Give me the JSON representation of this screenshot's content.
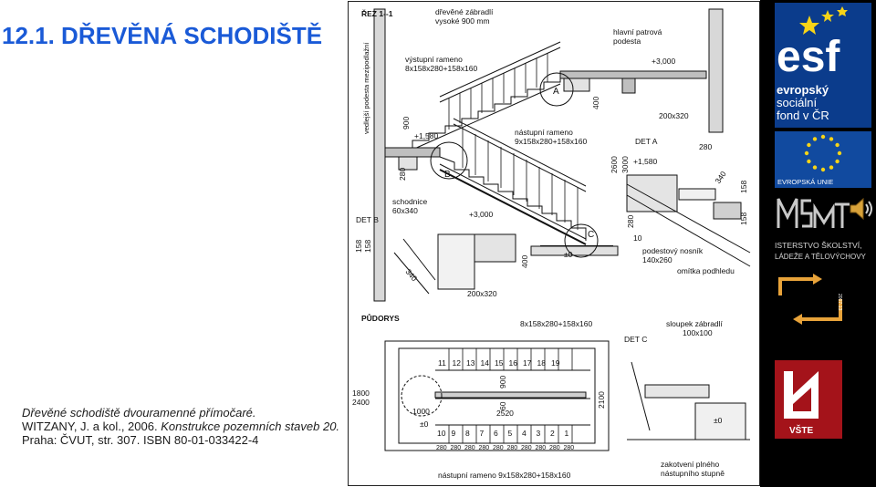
{
  "title": "12.1. DŘEVĚNÁ SCHODIŠTĚ",
  "caption": {
    "line1": "Dřevěné schodiště dvouramenné přímočaré.",
    "line2_plain": "WITZANY, J. a kol., 2006.",
    "line2_italic": " Konstrukce pozemních staveb 20.",
    "line3": "Praha: ČVUT, str. 307. ISBN 80-01-033422-4"
  },
  "drawing": {
    "section_title": "ŘEZ 1--1",
    "landing_label": "vedlejší podesta mezipodlažní",
    "railing_label_1": "dřevěné zábradlí",
    "railing_label_2": "vysoké 900 mm",
    "main_landing_1": "hlavní patrová",
    "main_landing_2": "podesta",
    "upper_flight_1": "výstupní rameno",
    "upper_flight_2": "8x158x280+158x160",
    "lower_flight_1": "nástupní rameno",
    "lower_flight_2": "9x158x280+158x160",
    "level_top": "+3,000",
    "level_mid": "+1,580",
    "level_mid_2": "+1,580",
    "level_zero": "±0",
    "level_zero_2": "±0",
    "level_det_b": "+3,000",
    "dim_200x320": "200x320",
    "dim_200x320_b": "200x320",
    "dim_900": "900",
    "dim_400": "400",
    "dim_2600": "2600",
    "dim_3000": "3000",
    "dim_280": "280",
    "dim_280_b": "280",
    "dim_280_c": "280",
    "dim_340": "340",
    "dim_340_b": "340",
    "dim_158": "158",
    "dim_158_b": "158",
    "dim_158_c": "158",
    "dim_10": "10",
    "dim_400_b": "400",
    "det_a": "DET A",
    "det_b": "DET B",
    "det_c": "DET C",
    "marker_a": "A",
    "marker_b": "B",
    "marker_c": "C",
    "stringer_1": "schodnice",
    "stringer_2": "60x340",
    "landing_beam_1": "podestový nosník",
    "landing_beam_2": "140x260",
    "soffit": "omítka podhledu",
    "plan_title": "PŮDORYS",
    "plan_flight_top": "8x158x280+158x160",
    "post_1": "sloupek zábradlí",
    "post_2": "100x100",
    "plan_dim_1800": "1800",
    "plan_dim_2400": "2400",
    "plan_dim_2100": "2100",
    "plan_dim_1000": "1000",
    "plan_dim_2520": "2520",
    "plan_dim_900": "900",
    "plan_dim_60": "60",
    "plan_steps_upper": [
      "11",
      "12",
      "13",
      "14",
      "15",
      "16",
      "17",
      "18",
      "19"
    ],
    "plan_steps_lower": [
      "10",
      "9",
      "8",
      "7",
      "6",
      "5",
      "4",
      "3",
      "2",
      "1"
    ],
    "plan_step_width": "280",
    "plan_bottom_label": "nástupní rameno 9x158x280+158x160",
    "anchor_1": "zakotvení plného",
    "anchor_2": "nástupního stupně",
    "det_c_level": "±0"
  },
  "sidebar": {
    "esf_logo": "esf",
    "esf_line1": "evropský",
    "esf_line2": "sociální",
    "esf_line3": "fond v ČR",
    "eu_label": "EVROPSKÁ UNIE",
    "msmt_line1": "ISTERSTVO ŠKOLSTVÍ,",
    "msmt_line2": "LÁDEŽE A TĚLOVÝCHOVY",
    "cycle_year": "2007-13",
    "vste_label": "VŠTE"
  },
  "colors": {
    "title": "#1a5ad7",
    "esf_bg": "#0b3c8c",
    "eu_bg": "#114a9f",
    "star": "#f7d417",
    "vste_bg": "#a4131a",
    "cycle_orange": "#e8a33a"
  }
}
